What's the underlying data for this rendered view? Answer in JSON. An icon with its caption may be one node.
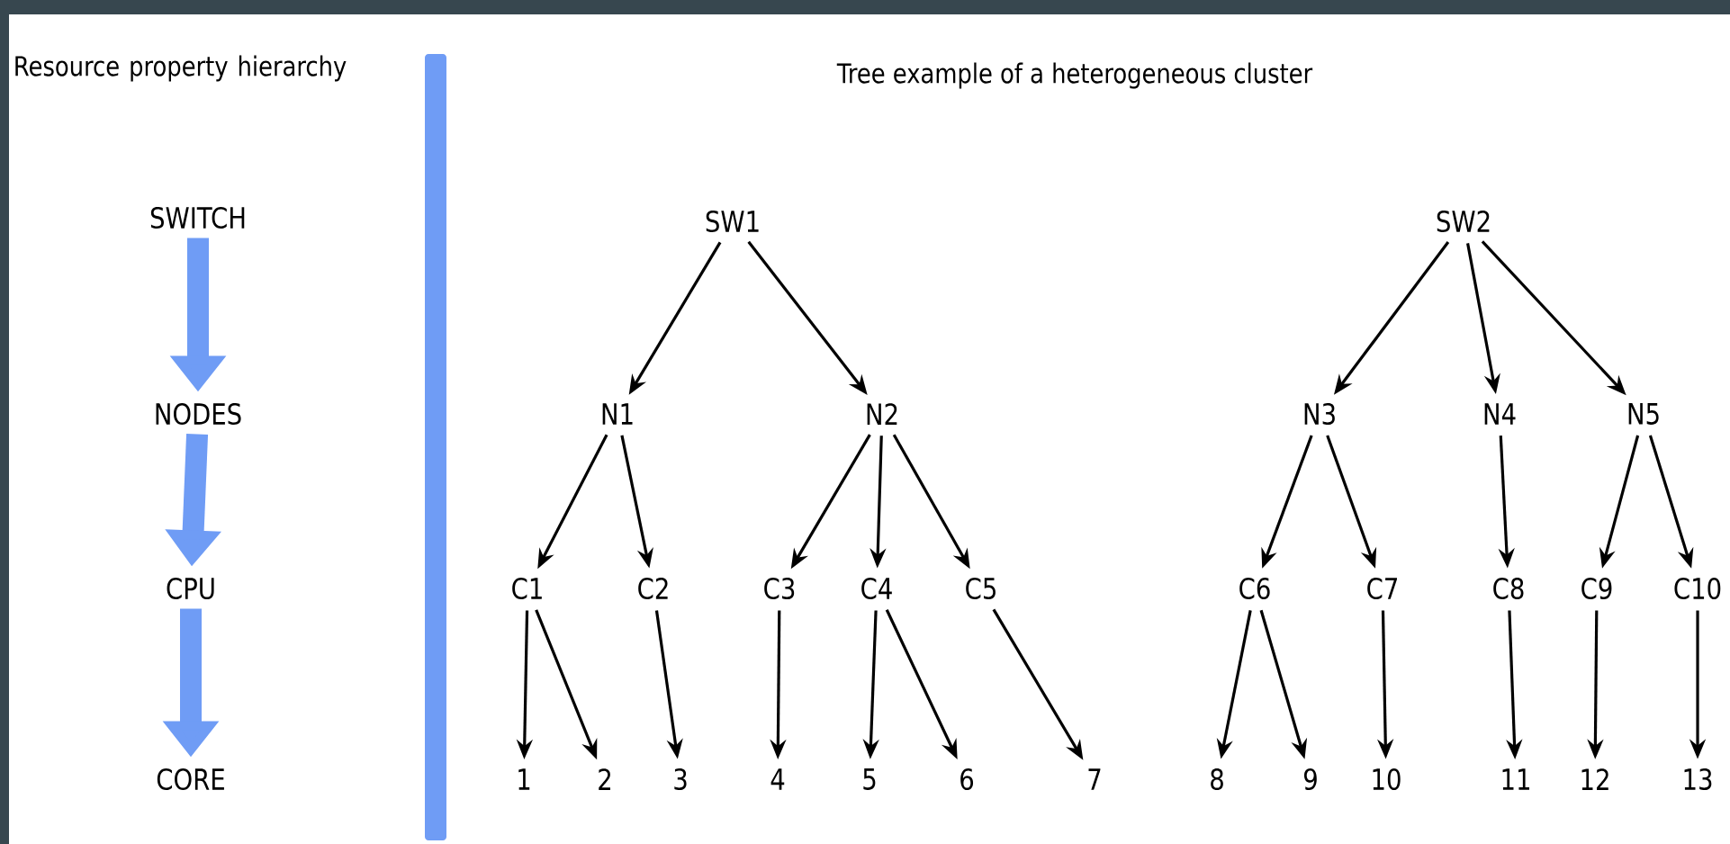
{
  "diagram": {
    "title": "Tree example of a heterogeneous cluster",
    "nodes": [
      {
        "text": [
          "SWITCH"
        ]
      },
      {
        "text": [
          "NODES"
        ]
      },
      {
        "text": [
          "CPU"
        ]
      },
      {
        "text": [
          "CORE"
        ]
      },
      {
        "text": [
          "SW1"
        ]
      },
      {
        "text": [
          "SW2"
        ]
      },
      {
        "text": [
          "N1"
        ]
      },
      {
        "text": [
          "N2"
        ]
      },
      {
        "text": [
          "N3"
        ]
      },
      {
        "text": [
          "N4"
        ]
      },
      {
        "text": [
          "N5"
        ]
      },
      {
        "text": [
          "C1"
        ]
      },
      {
        "text": [
          "C2"
        ]
      },
      {
        "text": [
          "C3"
        ]
      },
      {
        "text": [
          "C4"
        ]
      },
      {
        "text": [
          "C5"
        ]
      },
      {
        "text": [
          "C6"
        ]
      },
      {
        "text": [
          "C7"
        ]
      },
      {
        "text": [
          "C8"
        ]
      },
      {
        "text": [
          "C9"
        ]
      },
      {
        "text": [
          "C10"
        ]
      },
      {
        "text": [
          "1"
        ]
      },
      {
        "text": [
          "2"
        ]
      },
      {
        "text": [
          "3"
        ]
      },
      {
        "text": [
          "4"
        ]
      },
      {
        "text": [
          "5"
        ]
      },
      {
        "text": [
          "6"
        ]
      },
      {
        "text": [
          "7"
        ]
      },
      {
        "text": [
          "8"
        ]
      },
      {
        "text": [
          "9"
        ]
      },
      {
        "text": [
          "10"
        ]
      },
      {
        "text": [
          "11"
        ]
      },
      {
        "text": [
          "12"
        ]
      },
      {
        "text": [
          "13"
        ]
      }
    ],
    "edges": [
      {
        "from": 0,
        "to": 1,
        "arrow": "to",
        "style": "thick",
        "color": "#6f9cf5"
      },
      {
        "from": 1,
        "to": 2,
        "arrow": "to",
        "style": "thick",
        "color": "#6f9cf5"
      },
      {
        "from": 2,
        "to": 3,
        "arrow": "to",
        "style": "thick",
        "color": "#6f9cf5"
      },
      {
        "from": 4,
        "to": 6,
        "arrow": "to"
      },
      {
        "from": 4,
        "to": 7,
        "arrow": "to"
      },
      {
        "from": 5,
        "to": 8,
        "arrow": "to"
      },
      {
        "from": 5,
        "to": 9,
        "arrow": "to"
      },
      {
        "from": 5,
        "to": 10,
        "arrow": "to"
      },
      {
        "from": 6,
        "to": 11,
        "arrow": "to"
      },
      {
        "from": 6,
        "to": 12,
        "arrow": "to"
      },
      {
        "from": 7,
        "to": 13,
        "arrow": "to"
      },
      {
        "from": 7,
        "to": 14,
        "arrow": "to"
      },
      {
        "from": 7,
        "to": 15,
        "arrow": "to"
      },
      {
        "from": 8,
        "to": 16,
        "arrow": "to"
      },
      {
        "from": 8,
        "to": 17,
        "arrow": "to"
      },
      {
        "from": 9,
        "to": 18,
        "arrow": "to"
      },
      {
        "from": 10,
        "to": 19,
        "arrow": "to"
      },
      {
        "from": 10,
        "to": 20,
        "arrow": "to"
      },
      {
        "from": 11,
        "to": 21,
        "arrow": "to"
      },
      {
        "from": 11,
        "to": 22,
        "arrow": "to"
      },
      {
        "from": 12,
        "to": 23,
        "arrow": "to"
      },
      {
        "from": 13,
        "to": 24,
        "arrow": "to"
      },
      {
        "from": 14,
        "to": 25,
        "arrow": "to"
      },
      {
        "from": 14,
        "to": 26,
        "arrow": "to"
      },
      {
        "from": 15,
        "to": 27,
        "arrow": "to"
      },
      {
        "from": 16,
        "to": 28,
        "arrow": "to"
      },
      {
        "from": 16,
        "to": 29,
        "arrow": "to"
      },
      {
        "from": 17,
        "to": 30,
        "arrow": "to"
      },
      {
        "from": 18,
        "to": 31,
        "arrow": "to"
      },
      {
        "from": 19,
        "to": 32,
        "arrow": "to"
      },
      {
        "from": 20,
        "to": 33,
        "arrow": "to"
      }
    ],
    "labels": [
      "Resource property hierarchy"
    ]
  }
}
